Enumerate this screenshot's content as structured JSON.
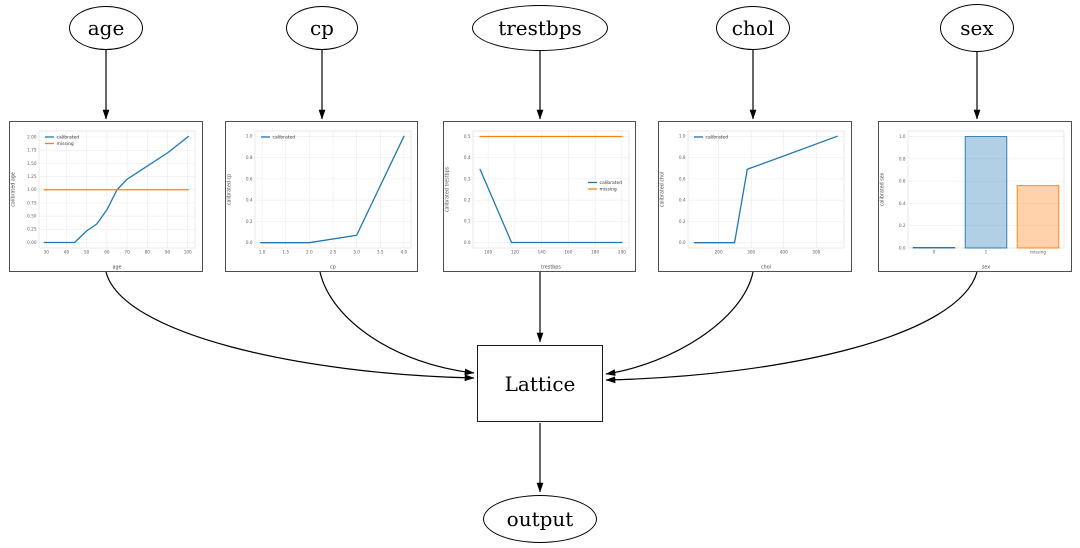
{
  "diagram": {
    "inputs": [
      "age",
      "cp",
      "trestbps",
      "chol",
      "sex"
    ],
    "lattice_label": "Lattice",
    "output_label": "output"
  },
  "colors": {
    "calibrated": "#1f77b4",
    "missing": "#ff7f0e",
    "edge": "#000000",
    "plot_border": "#4f4f4f",
    "grid": "#e7e7ec",
    "tick_text": "#5e5e5e"
  },
  "chart_data": [
    {
      "id": "age-calibrator",
      "type": "line",
      "xlabel": "age",
      "ylabel": "calibrated age",
      "xlim": [
        26.4,
        103.6
      ],
      "ylim": [
        -0.105,
        2.115
      ],
      "xticks": [
        30,
        40,
        50,
        60,
        70,
        80,
        90,
        100
      ],
      "xticklabels": [
        "30",
        "40",
        "50",
        "60",
        "70",
        "80",
        "90",
        "100"
      ],
      "yticks": [
        0,
        0.25,
        0.5,
        0.75,
        1.0,
        1.25,
        1.5,
        1.75,
        2.0
      ],
      "yticklabels": [
        "0.00",
        "0.25",
        "0.50",
        "0.75",
        "1.00",
        "1.25",
        "1.50",
        "1.75",
        "2.00"
      ],
      "grid": true,
      "legend": {
        "visible": true,
        "position": "top-left"
      },
      "series": [
        {
          "name": "calibrated",
          "color": "#1f77b4",
          "x": [
            29,
            44,
            50,
            55,
            60,
            65,
            70,
            80,
            90,
            100.3
          ],
          "y": [
            0.0,
            0.0,
            0.22,
            0.35,
            0.62,
            1.0,
            1.2,
            1.45,
            1.7,
            2.01
          ]
        },
        {
          "name": "missing",
          "color": "#ff7f0e",
          "x": [
            29,
            100.3
          ],
          "y": [
            1.0,
            1.0
          ]
        }
      ]
    },
    {
      "id": "cp-calibrator",
      "type": "line",
      "xlabel": "cp",
      "ylabel": "calibrated cp",
      "xlim": [
        0.85,
        4.15
      ],
      "ylim": [
        -0.05,
        1.05
      ],
      "xticks": [
        1.0,
        1.5,
        2.0,
        2.5,
        3.0,
        3.5,
        4.0
      ],
      "xticklabels": [
        "1.0",
        "1.5",
        "2.0",
        "2.5",
        "3.0",
        "3.5",
        "4.0"
      ],
      "yticks": [
        0,
        0.2,
        0.4,
        0.6,
        0.8,
        1.0
      ],
      "yticklabels": [
        "0.0",
        "0.2",
        "0.4",
        "0.6",
        "0.8",
        "1.0"
      ],
      "grid": true,
      "legend": {
        "visible": true,
        "position": "top-left"
      },
      "series": [
        {
          "name": "calibrated",
          "color": "#1f77b4",
          "x": [
            0.97,
            2.0,
            3.0,
            4.0
          ],
          "y": [
            0.0,
            0.0,
            0.07,
            1.0
          ]
        }
      ]
    },
    {
      "id": "trestbps-calibrator",
      "type": "line",
      "xlabel": "trestbps",
      "ylabel": "calibrated trestbps",
      "xlim": [
        88.7,
        205.3
      ],
      "ylim": [
        -0.026,
        0.526
      ],
      "xticks": [
        100,
        120,
        140,
        160,
        180,
        200
      ],
      "xticklabels": [
        "100",
        "120",
        "140",
        "160",
        "180",
        "200"
      ],
      "yticks": [
        0,
        0.1,
        0.2,
        0.3,
        0.4,
        0.5
      ],
      "yticklabels": [
        "0.0",
        "0.1",
        "0.2",
        "0.3",
        "0.4",
        "0.5"
      ],
      "grid": true,
      "legend": {
        "visible": true,
        "position": "right"
      },
      "series": [
        {
          "name": "calibrated",
          "color": "#1f77b4",
          "x": [
            94,
            117.5,
            200
          ],
          "y": [
            0.345,
            0.0,
            0.0
          ]
        },
        {
          "name": "missing",
          "color": "#ff7f0e",
          "x": [
            94,
            200
          ],
          "y": [
            0.5,
            0.5
          ]
        }
      ]
    },
    {
      "id": "chol-calibrator",
      "type": "line",
      "xlabel": "chol",
      "ylabel": "calibrated chol",
      "xlim": [
        106,
        585
      ],
      "ylim": [
        -0.05,
        1.05
      ],
      "xticks": [
        200,
        300,
        400,
        500
      ],
      "xticklabels": [
        "200",
        "300",
        "400",
        "500"
      ],
      "yticks": [
        0,
        0.2,
        0.4,
        0.6,
        0.8,
        1.0
      ],
      "yticklabels": [
        "0.0",
        "0.2",
        "0.4",
        "0.6",
        "0.8",
        "1.0"
      ],
      "grid": true,
      "legend": {
        "visible": true,
        "position": "top-left"
      },
      "series": [
        {
          "name": "calibrated",
          "color": "#1f77b4",
          "x": [
            126,
            249,
            288,
            564
          ],
          "y": [
            0.0,
            0.0,
            0.69,
            1.0
          ]
        }
      ]
    },
    {
      "id": "sex-calibrator",
      "type": "bar",
      "xlabel": "sex",
      "ylabel": "calibrated sex",
      "categories": [
        "0",
        "1",
        "missing"
      ],
      "values": [
        0.005,
        1.0,
        0.56
      ],
      "bar_fill": [
        "rgba(31,119,180,0.35)",
        "rgba(31,119,180,0.35)",
        "rgba(255,127,14,0.35)"
      ],
      "bar_edge": [
        "#1f77b4",
        "#1f77b4",
        "#ff7f0e"
      ],
      "ylim": [
        0,
        1.05
      ],
      "yticks": [
        0,
        0.2,
        0.4,
        0.6,
        0.8,
        1.0
      ],
      "yticklabels": [
        "0.0",
        "0.2",
        "0.4",
        "0.6",
        "0.8",
        "1.0"
      ],
      "grid": true,
      "legend": {
        "visible": false
      }
    }
  ]
}
